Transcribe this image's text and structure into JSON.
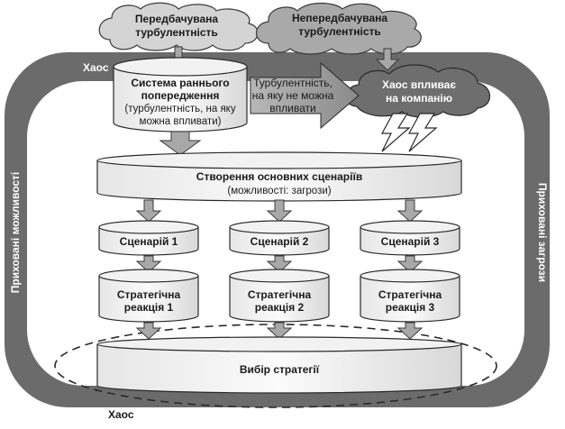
{
  "clouds": {
    "predicted": [
      "Передбачувана",
      "турбулентність"
    ],
    "unpredicted": [
      "Непередбачувана",
      "турбулентність"
    ],
    "chaos_impact": [
      "Хаос впливає",
      "на компанію"
    ]
  },
  "frame_labels": {
    "chaos_top": "Хаос",
    "chaos_bottom": "Хаос",
    "hidden_opportunities": "Приховані можливості",
    "hidden_threats": "Приховані загрози"
  },
  "early_warning": [
    "Система раннього",
    "попередження",
    "(турбулентність, на яку",
    "можна впливати)"
  ],
  "arrow_text": [
    "Турбулентність,",
    "на яку не можна",
    "впливати"
  ],
  "scenario_creation": {
    "title": "Створення основних сценаріїв",
    "subtitle": "(можливості:  загрози)"
  },
  "scenarios": [
    "Сценарій 1",
    "Сценарій 2",
    "Сценарій 3"
  ],
  "reactions": [
    [
      "Стратегічна",
      "реакція 1"
    ],
    [
      "Стратегічна",
      "реакція 2"
    ],
    [
      "Стратегічна",
      "реакція 3"
    ]
  ],
  "strategy_choice": "Вибір стратегії"
}
